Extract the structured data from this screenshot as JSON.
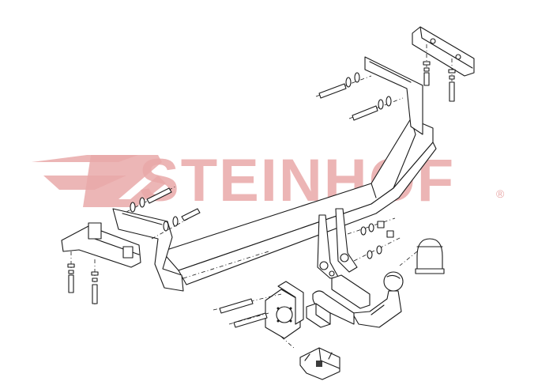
{
  "watermark": {
    "brand": "STEINHOF",
    "brand_color": "#e9a9a9"
  },
  "icons": {
    "logo": "steinhof-logo",
    "registered": "registered-mark"
  },
  "parts": {
    "main_bar": "tow-bar-crossbeam",
    "left_bracket": "left-mounting-bracket",
    "right_bracket": "right-mounting-bracket",
    "tow_ball": "tow-ball-neck",
    "ball_cap": "ball-cap",
    "socket_plate": "electrical-socket-plate",
    "socket": "electrical-socket",
    "clamp": "ball-clamp-plate"
  }
}
